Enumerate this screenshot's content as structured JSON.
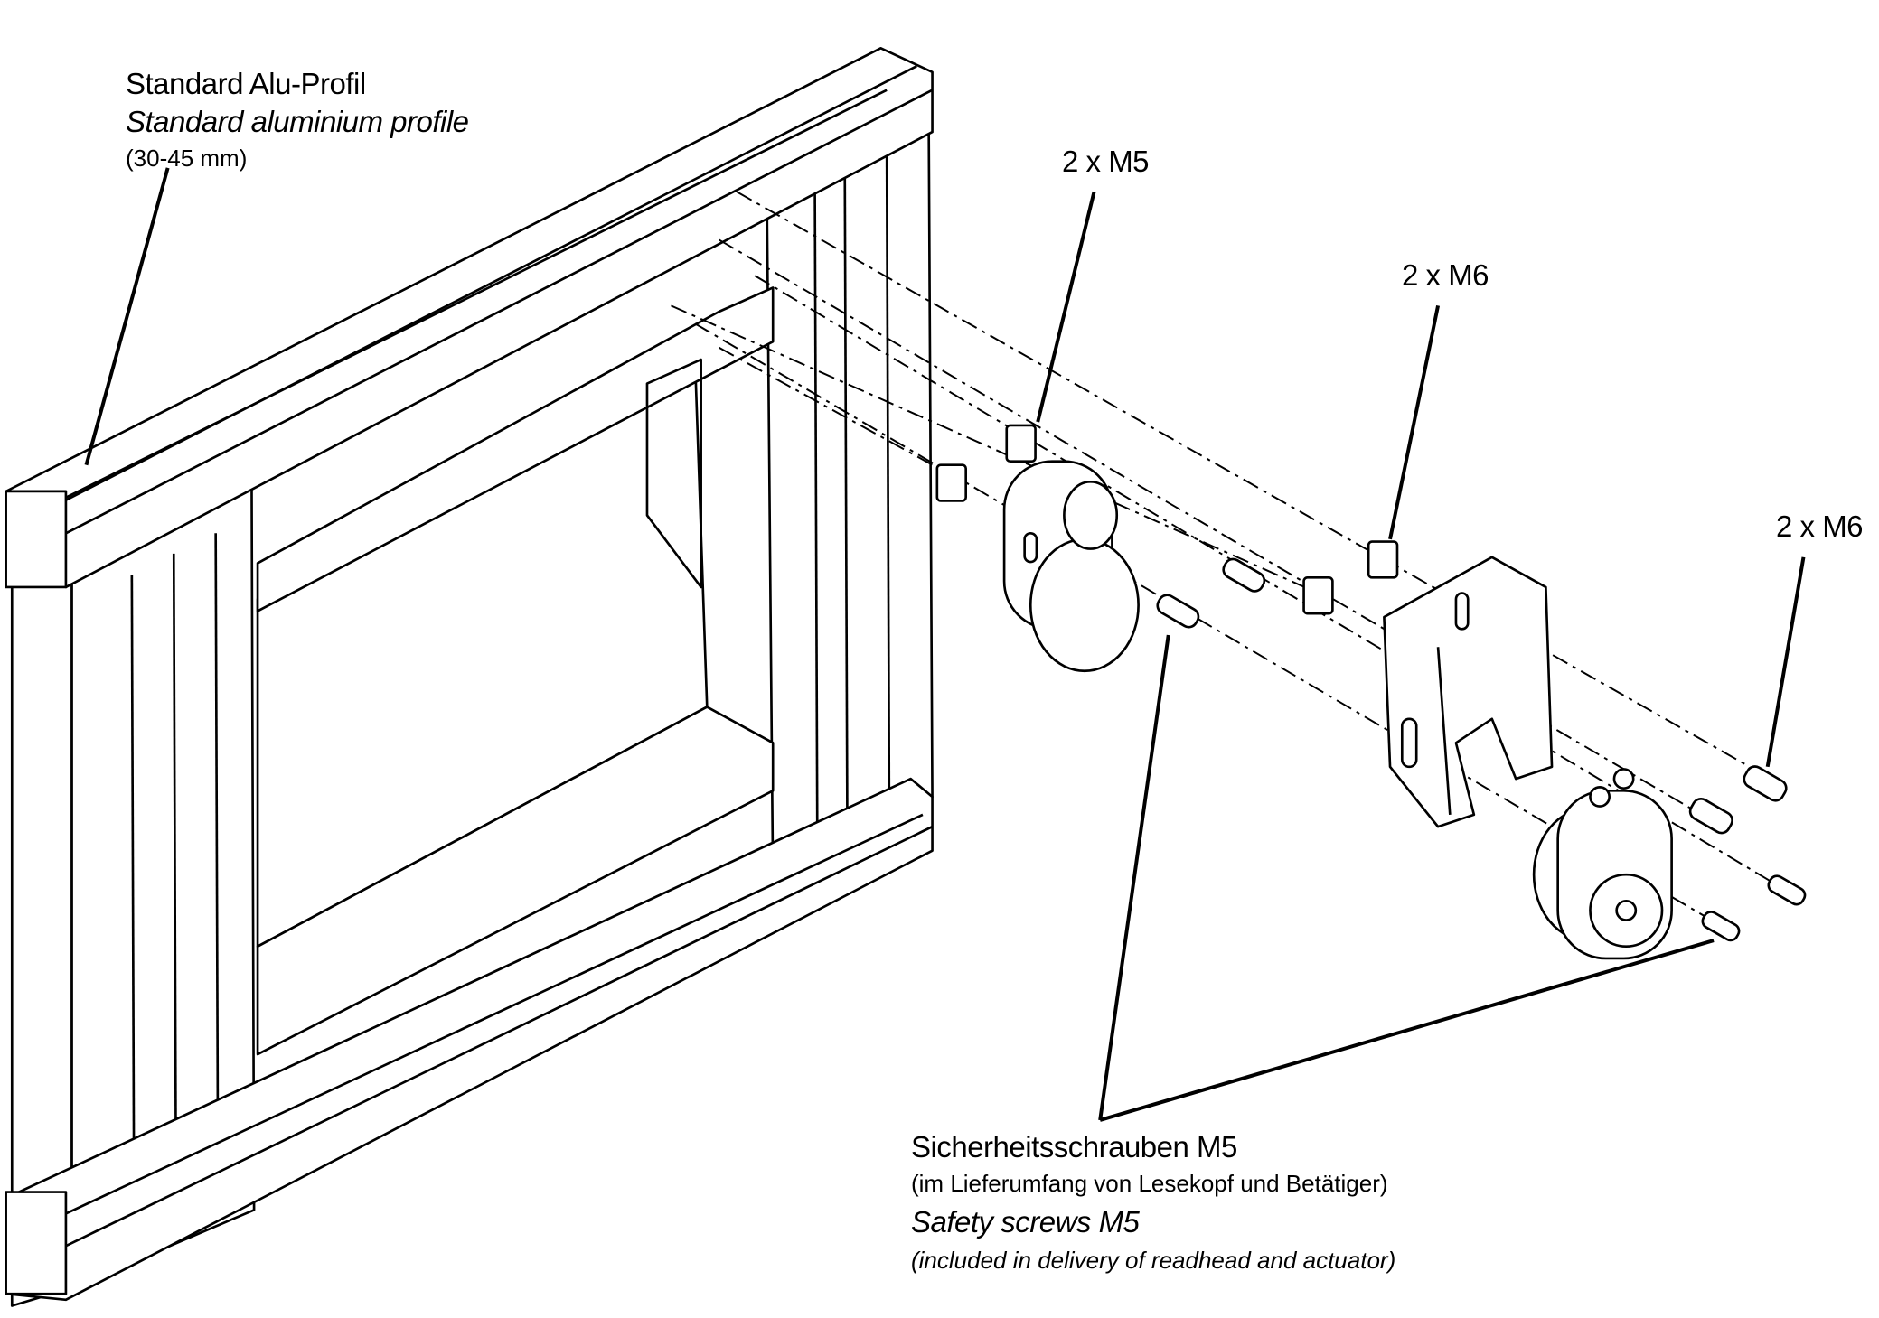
{
  "labels": {
    "profile_de": "Standard Alu-Profil",
    "profile_en": "Standard aluminium profile",
    "profile_size": "(30-45 mm)",
    "nuts_m5": "2 x M5",
    "nuts_m6": "2 x M6",
    "screws_m6": "2 x M6",
    "safety_de": "Sicherheitsschrauben M5",
    "safety_de_note": "(im Lieferumfang von Lesekopf und Betätiger)",
    "safety_en": "Safety screws M5",
    "safety_en_note": "(included in delivery of readhead and actuator)"
  }
}
